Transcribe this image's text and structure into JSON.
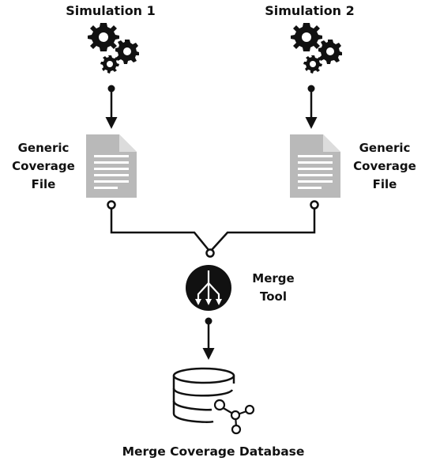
{
  "simulations": [
    {
      "title": "Simulation 1",
      "file_lines": [
        "Generic",
        "Coverage",
        "File"
      ]
    },
    {
      "title": "Simulation 2",
      "file_lines": [
        "Generic",
        "Coverage",
        "File"
      ]
    }
  ],
  "merge_tool": {
    "lines": [
      "Merge",
      "Tool"
    ]
  },
  "database": {
    "title": "Merge Coverage Database"
  },
  "colors": {
    "ink": "#111111",
    "document": "#b9b9b9",
    "document_lines": "#ffffff"
  },
  "icons": [
    "gears-icon",
    "document-icon",
    "merge-icon",
    "database-icon",
    "share-icon"
  ]
}
